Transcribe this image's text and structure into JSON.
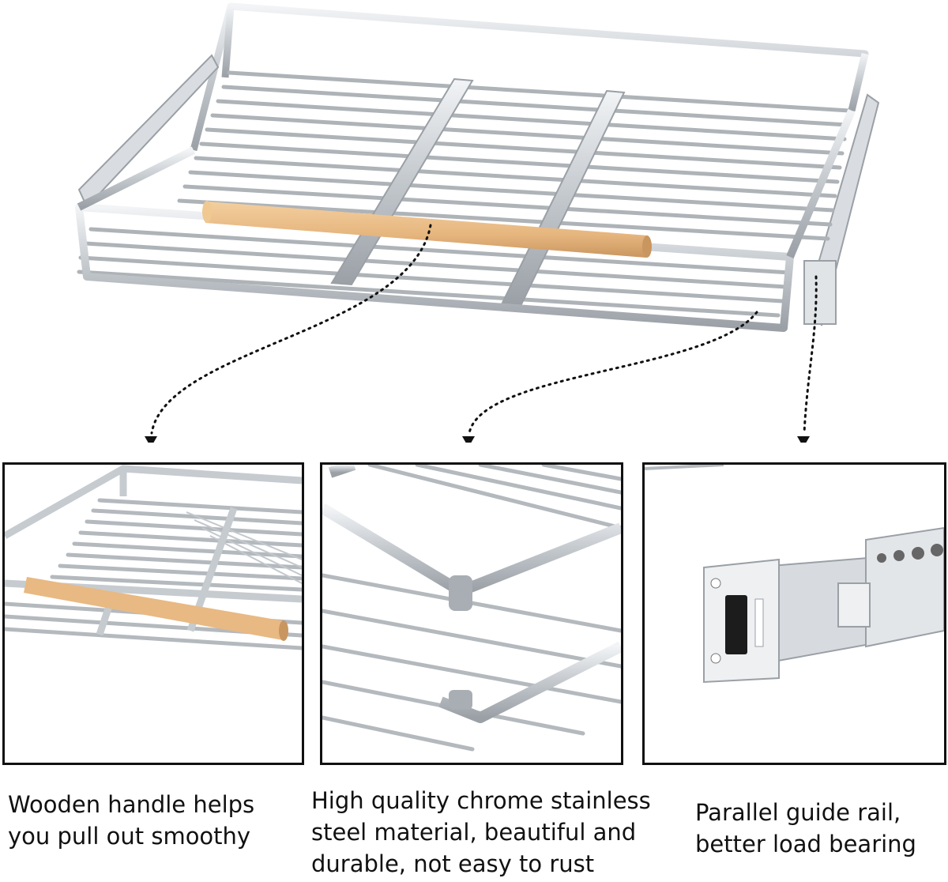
{
  "features": [
    {
      "caption_lines": [
        "Wooden handle helps",
        "you pull out smoothy"
      ]
    },
    {
      "caption_lines": [
        "High quality chrome stainless",
        "steel material, beautiful and",
        "durable, not easy to rust"
      ]
    },
    {
      "caption_lines": [
        "Parallel guide rail,",
        "better load bearing"
      ]
    }
  ],
  "colors": {
    "chrome_light": "#e4e7ea",
    "chrome_mid": "#b9bec3",
    "chrome_dark": "#8b9096",
    "wood": "#e8b983",
    "wood_dark": "#c99660",
    "frame": "#111111",
    "pointer": "#111111"
  }
}
